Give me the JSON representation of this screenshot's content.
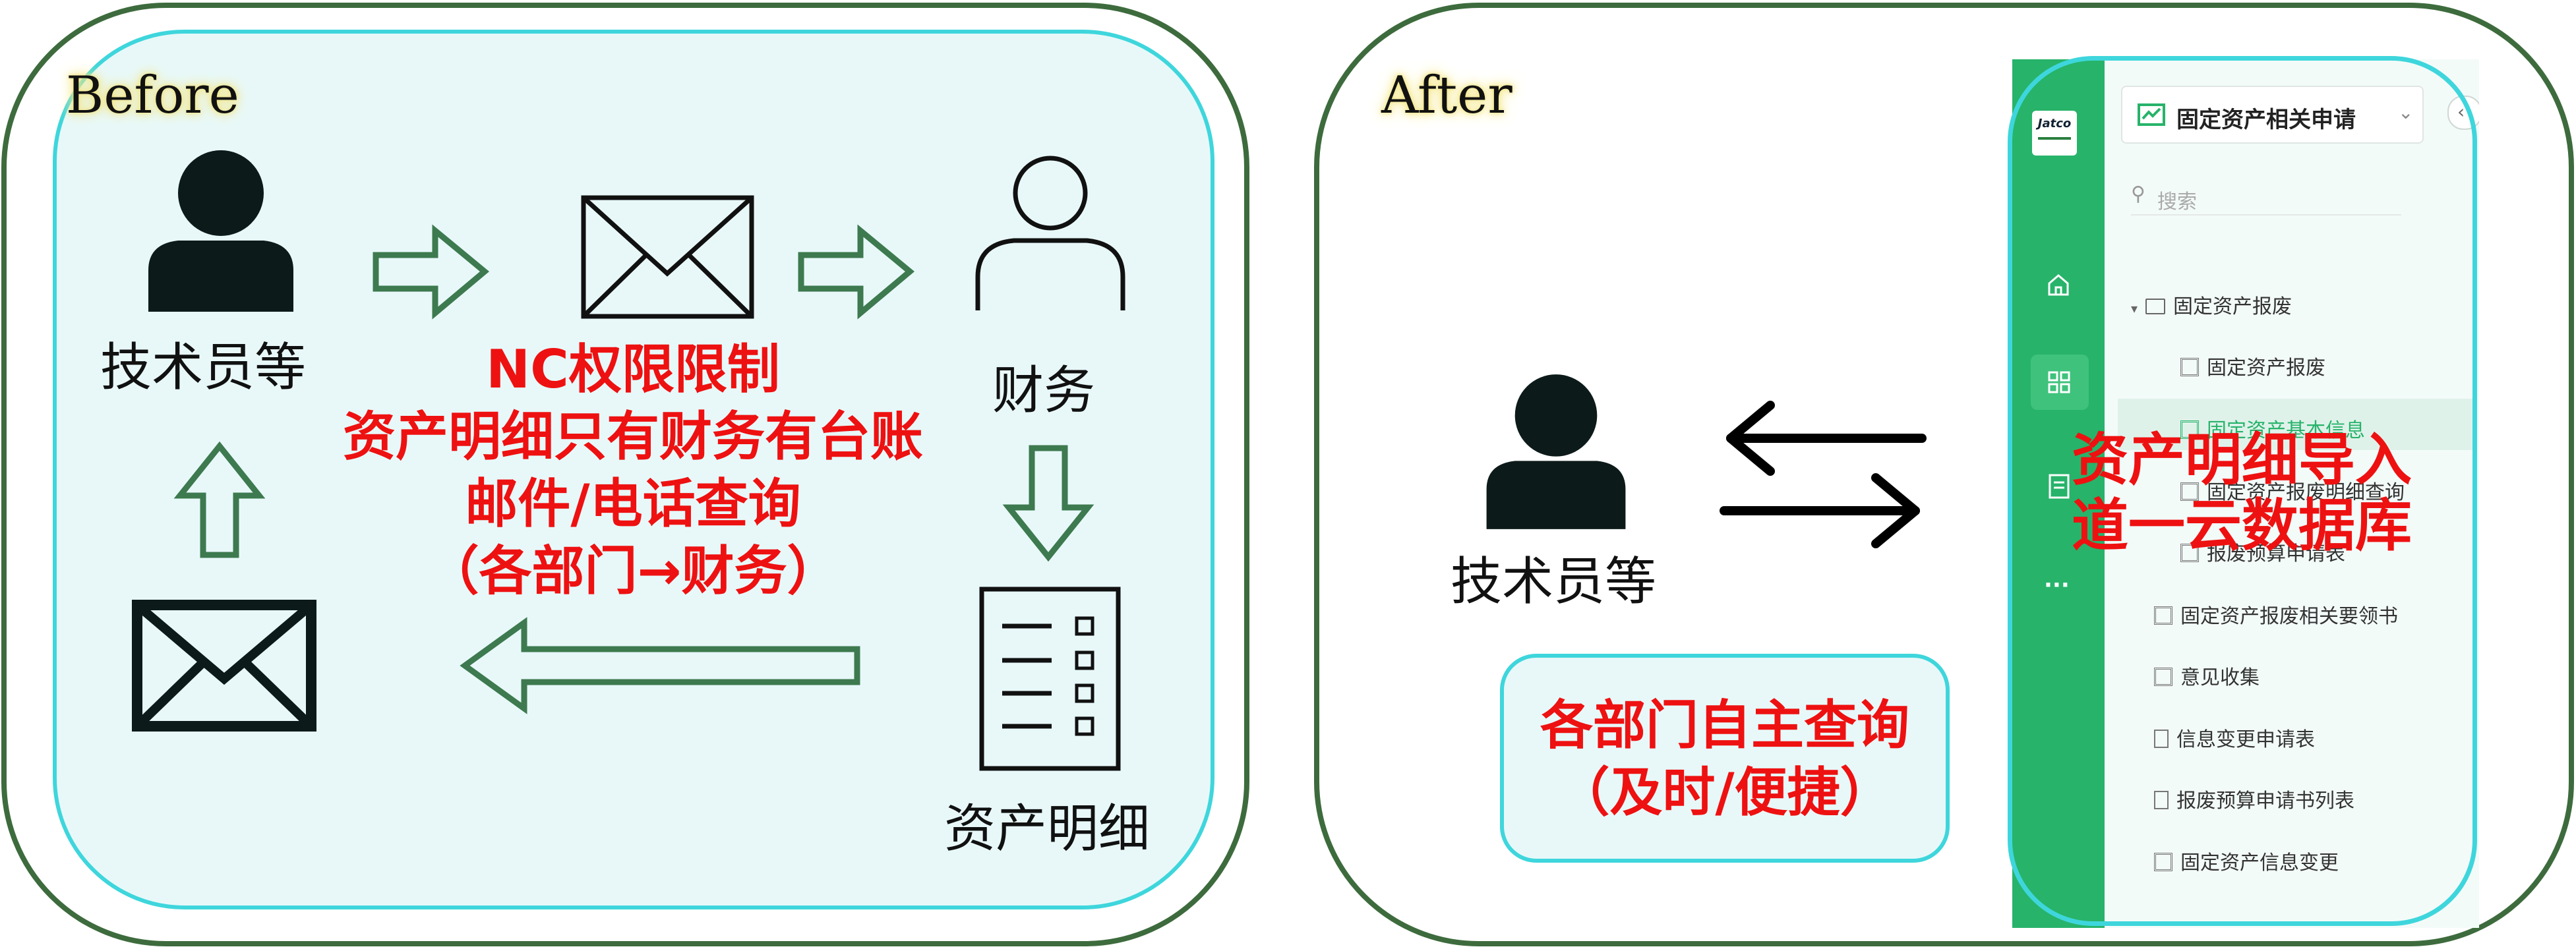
{
  "before": {
    "tag": "Before",
    "staff_label": "技术员等",
    "finance_label": "财务",
    "details_label": "资产明细",
    "red_lines": [
      "NC权限限制",
      "资产明细只有财务有台账",
      "邮件/电话查询",
      "（各部门→财务）"
    ]
  },
  "after": {
    "tag": "After",
    "staff_label": "技术员等",
    "overlay_lines": [
      "资产明细导入",
      "道一云数据库"
    ],
    "box_lines": [
      "各部门自主查询",
      "（及时/便捷）"
    ]
  },
  "app": {
    "logo_text": "Jatco",
    "header_title": "固定资产相关申请",
    "search_placeholder": "搜索",
    "folder_label": "固定资产报废",
    "sub_items": [
      "固定资产报废",
      "固定资产基本信息",
      "固定资产报废明细查询",
      "报废预算申请表"
    ],
    "items": [
      "固定资产报废相关要领书",
      "意见收集",
      "信息变更申请表",
      "报废预算申请书列表",
      "固定资产信息变更"
    ],
    "rail_more": "···"
  },
  "colors": {
    "panel_border": "#3d6b3d",
    "inner_border": "#3ed6dc",
    "inner_fill": "#e8f8f9",
    "arrow_green": "#3d7a4f",
    "red": "#ee1111",
    "app_green": "#27b36a"
  }
}
